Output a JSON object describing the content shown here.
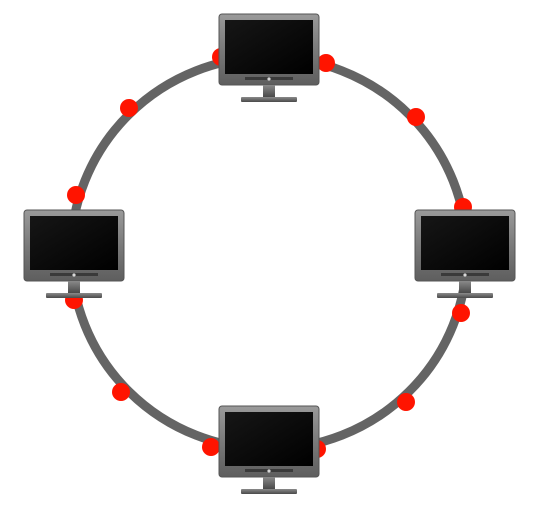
{
  "diagram": {
    "type": "ring-network-topology",
    "nodes": [
      {
        "id": "monitor-top",
        "icon": "computer-monitor-icon"
      },
      {
        "id": "monitor-right",
        "icon": "computer-monitor-icon"
      },
      {
        "id": "monitor-bottom",
        "icon": "computer-monitor-icon"
      },
      {
        "id": "monitor-left",
        "icon": "computer-monitor-icon"
      }
    ],
    "connector_dot_count": 12,
    "colors": {
      "ring": "#646464",
      "dot": "#ff1400",
      "monitor_frame": "#7a7a7a",
      "monitor_screen": "#000000",
      "monitor_stand": "#6a6a6a"
    }
  }
}
